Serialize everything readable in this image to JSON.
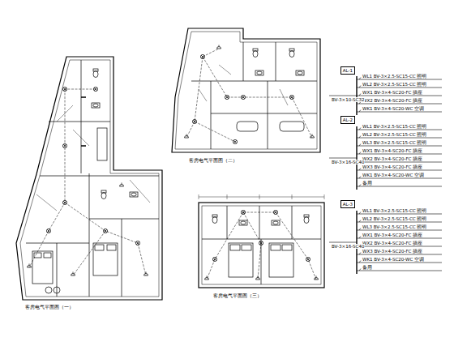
{
  "diagram": {
    "nodes": [
      {
        "text": [
          "AL-1"
        ]
      },
      {
        "text": [
          "AL-2"
        ]
      },
      {
        "text": [
          "AL-3"
        ]
      }
    ],
    "labels": [
      "客房电气平面图（一）",
      "客房电气平面图（二）",
      "客房电气平面图（三）",
      "WL1 BV-3×2.5-SC15-CC 照明",
      "WL2 BV-3×2.5-SC15-CC 照明",
      "WX1 BV-3×4-SC20-FC 插座",
      "WX2 BV-3×4-SC20-FC 插座",
      "WK1 BV-3×4-SC20-WC 空调",
      "BV-3×10-SC32",
      "WL1 BV-3×2.5-SC15-CC 照明",
      "WL2 BV-3×2.5-SC15-CC 照明",
      "WL3 BV-3×2.5-SC15-CC 照明",
      "WX1 BV-3×4-SC20-FC 插座",
      "WX2 BV-3×4-SC20-FC 插座",
      "WX3 BV-3×4-SC20-FC 插座",
      "WK1 BV-3×4-SC20-WC 空调",
      "备用",
      "BV-3×16-SC40",
      "WL1 BV-3×2.5-SC15-CC 照明",
      "WL2 BV-3×2.5-SC15-CC 照明",
      "WL3 BV-3×2.5-SC15-CC 照明",
      "WX1 BV-3×4-SC20-FC 插座",
      "WX2 BV-3×4-SC20-FC 插座",
      "WX3 BV-3×4-SC20-FC 插座",
      "WK1 BV-3×4-SC20-WC 空调",
      "备用",
      "BV-3×16-SC40"
    ]
  }
}
